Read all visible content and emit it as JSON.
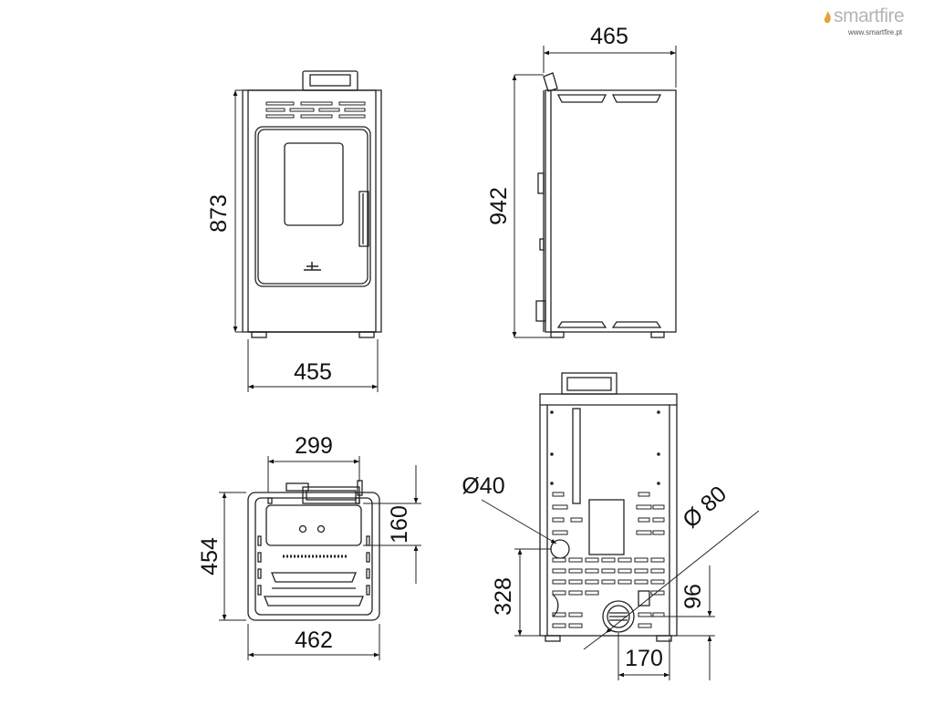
{
  "brand": {
    "name_part1": "smart",
    "name_part2": "fire",
    "url": "www.smartfire.pt",
    "accent_color": "#e8a23c"
  },
  "dimensions": {
    "front_width": "455",
    "front_height": "873",
    "side_depth": "465",
    "side_height": "942",
    "top_width": "462",
    "top_depth": "454",
    "top_inner_width": "299",
    "top_offset": "160",
    "rear_pipe_diameter": "Ø40",
    "rear_flue_diameter": "Ø 80",
    "rear_flue_height": "328",
    "rear_pipe_height": "96",
    "rear_flue_offset": "170"
  },
  "colors": {
    "line": "#222222",
    "background": "#ffffff"
  }
}
